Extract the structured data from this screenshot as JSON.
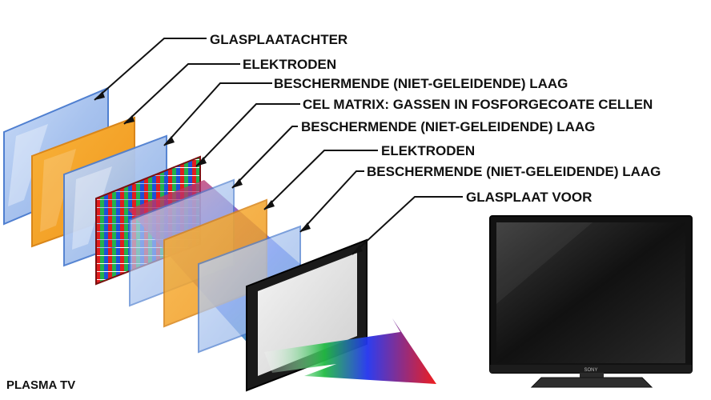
{
  "labels": [
    {
      "id": "glass-back",
      "text": "GLASPLAATACHTER"
    },
    {
      "id": "electrodes-1",
      "text": "ELEKTRODEN"
    },
    {
      "id": "protective-1",
      "text": "BESCHERMENDE (NIET-GELEIDENDE) LAAG"
    },
    {
      "id": "cell-matrix",
      "text": "CEL MATRIX: GASSEN IN FOSFORGECOATE CELLEN"
    },
    {
      "id": "protective-2",
      "text": "BESCHERMENDE (NIET-GELEIDENDE) LAAG"
    },
    {
      "id": "electrodes-2",
      "text": "ELEKTRODEN"
    },
    {
      "id": "protective-3",
      "text": "BESCHERMENDE (NIET-GELEIDENDE) LAAG"
    },
    {
      "id": "glass-front",
      "text": "GLASPLAAT VOOR"
    }
  ],
  "caption": "PLASMA TV",
  "tv_brand": "SONY",
  "colors": {
    "glass": "#a9c4ef",
    "glass_edge": "#4f7fd0",
    "electrode": "#f5a623",
    "electrode_edge": "#d9861a",
    "cell_red": "#e11d1d",
    "cell_green": "#22b14c",
    "cell_blue": "#1e4fd8",
    "frame": "#1a1a1a"
  }
}
